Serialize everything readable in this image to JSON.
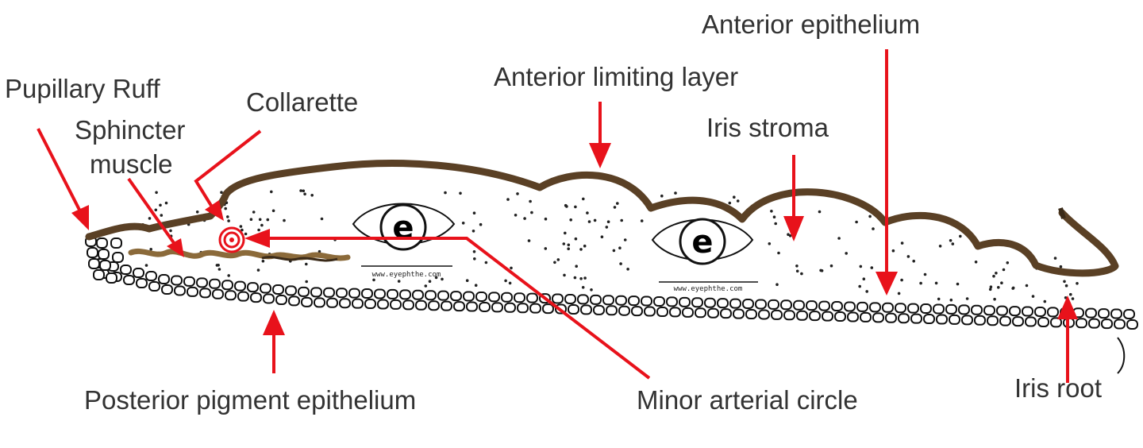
{
  "labels": {
    "pupillary_ruff": "Pupillary Ruff",
    "collarette": "Collarette",
    "sphincter_line1": "Sphincter",
    "sphincter_line2": "muscle",
    "anterior_limiting_layer": "Anterior limiting layer",
    "anterior_epithelium": "Anterior epithelium",
    "iris_stroma": "Iris stroma",
    "posterior_pigment_epithelium": "Posterior pigment epithelium",
    "minor_arterial_circle": "Minor arterial circle",
    "iris_root": "Iris root"
  },
  "logo": {
    "letter": "e",
    "watermark": "www.eyephthe.com"
  },
  "colors": {
    "arrow": "#e8121b",
    "anterior_border": "#5a4025",
    "sphincter": "#8b6a3a",
    "artery": "#e8121b"
  }
}
